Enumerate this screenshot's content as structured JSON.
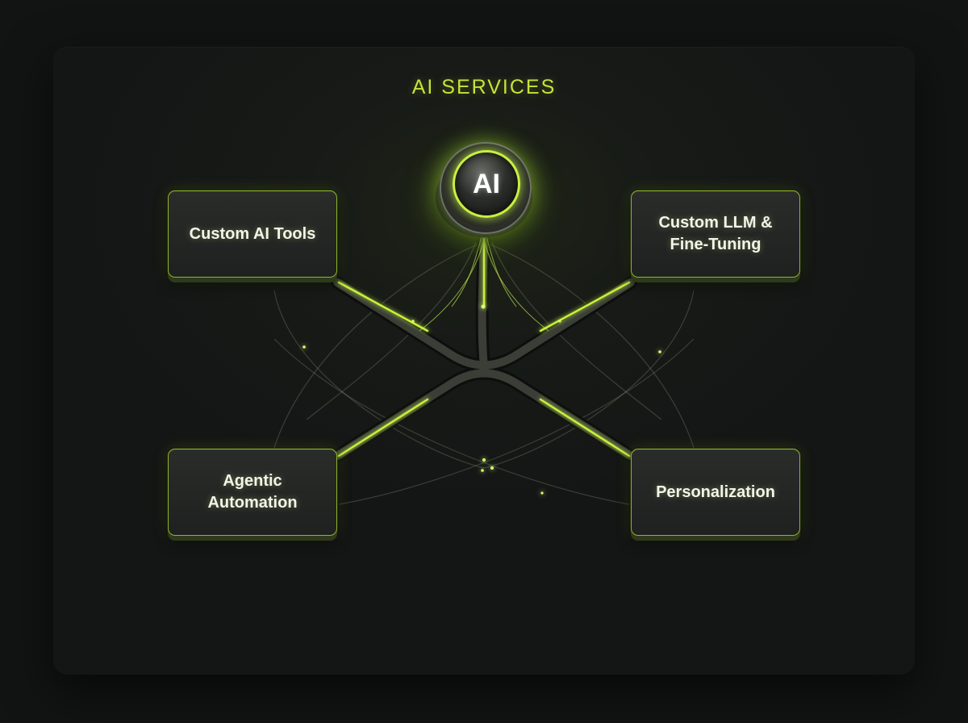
{
  "title": "AI SERVICES",
  "hub": {
    "label": "AI"
  },
  "services": [
    {
      "label": "Custom AI Tools"
    },
    {
      "label": "Custom LLM &\nFine-Tuning"
    },
    {
      "label": "Agentic\nAutomation"
    },
    {
      "label": "Personalization"
    }
  ],
  "colors": {
    "accent": "#c6e33a",
    "node_border": "#8fb52c",
    "background": "#121313",
    "node_fill": "#232523"
  }
}
